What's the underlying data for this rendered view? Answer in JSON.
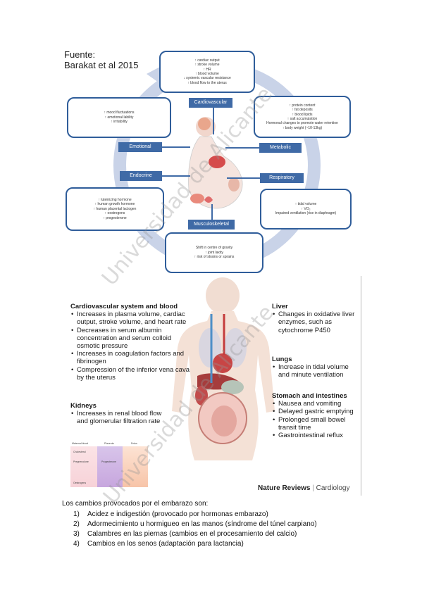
{
  "figure1": {
    "source_label": "Fuente:",
    "source_ref": "Barakat et al 2015",
    "boxes": {
      "cardiovascular_items": [
        "↑ cardiac output",
        "↑ stroke volume",
        "↑ HR",
        "↑ blood volume",
        "↓ systemic vascular resistance",
        "↑ blood flow to the uterus"
      ],
      "emotional_items": [
        "↑ mood fluctuations",
        "↑ emotional lability",
        "↑ irritability"
      ],
      "metabolic_items": [
        "↑ protein content",
        "↑ fat deposits",
        "↑ blood lipids",
        "↑ salt accumulation",
        "Hormonal changes to promote water retention",
        "↑ body weight (~10-13kg)"
      ],
      "endocrine_items": [
        "↑ luteinizing hormone",
        "↑ human growth hormone",
        "↑ human placental lactogen",
        "↑ oestrogens",
        "↑ progesterone"
      ],
      "respiratory_items": [
        "↑ tidal volume",
        "↑ VO₂",
        "Impaired ventilation (rise in diaphragm)"
      ],
      "musculoskeletal_items": [
        "Shift in centre of gravity",
        "↑ joint laxity",
        "↑ risk of strains or sprains"
      ]
    },
    "tags": {
      "cardiovascular": "Cardiovascular",
      "emotional": "Emotional",
      "metabolic": "Metabolic",
      "endocrine": "Endocrine",
      "respiratory": "Respiratory",
      "musculoskeletal": "Musculoskeletal"
    }
  },
  "figure2": {
    "cardio": {
      "heading": "Cardiovascular system and blood",
      "items": [
        "Increases in plasma volume, cardiac output, stroke volume, and heart rate",
        "Decreases in serum albumin concentration and serum colloid osmotic pressure",
        "Increases in coagulation factors and fibrinogen",
        "Compression of the inferior vena cava by the  uterus"
      ]
    },
    "kidneys": {
      "heading": "Kidneys",
      "items": [
        "Increases in renal blood flow and glomerular filtration rate"
      ]
    },
    "liver": {
      "heading": "Liver",
      "items": [
        "Changes in oxidative liver enzymes, such as cytochrome P450"
      ]
    },
    "lungs": {
      "heading": "Lungs",
      "items": [
        "Increase in tidal volume and minute ventilation"
      ]
    },
    "stomach": {
      "heading": "Stomach and intestines",
      "items": [
        "Nausea and vomiting",
        "Delayed gastric emptying",
        "Prolonged small bowel transit time",
        "Gastrointestinal reflux"
      ]
    },
    "publisher": "Nature Reviews",
    "journal": "Cardiology",
    "inset": {
      "col1": "Maternal blood",
      "col2": "Placenta",
      "col3": "Fetus",
      "row1": "Cholesterol",
      "row2": "Pregnenolone",
      "row3": "Progesterone",
      "row4": "Oestrogens"
    }
  },
  "watermark": "Universidad de Alicante",
  "text": {
    "intro": "Los cambios provocados por el embarazo son:",
    "items": [
      {
        "num": "1)",
        "text": "Acidez e indigestión (provocado por hormonas embarazo)"
      },
      {
        "num": "2)",
        "text": "Adormecimiento u hormigueo en las manos (síndrome del túnel carpiano)"
      },
      {
        "num": "3)",
        "text": "Calambres en las piernas (cambios en el procesamiento del calcio)"
      },
      {
        "num": "4)",
        "text": "Cambios en los senos (adaptación para lactancia)"
      }
    ]
  },
  "colors": {
    "accent_blue": "#3f6aa6",
    "box_border": "#2f5d9a",
    "circle": "#c9d3e8"
  }
}
